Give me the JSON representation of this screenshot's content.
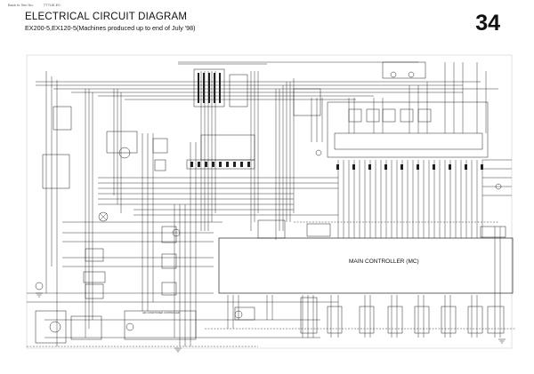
{
  "header": {
    "back_link": "Back to Sec No.",
    "doc_code": "TT7UE-E0",
    "title": "ELECTRICAL CIRCUIT DIAGRAM",
    "subtitle": "EX200-5,EX120-5(Machines produced up to end of July '98)",
    "page_number": "34"
  },
  "diagram": {
    "main_controller_label": "MAIN CONTROLLER (MC)",
    "air_conditioner_label": "AIR CONDITIONER CONTROLLER"
  }
}
